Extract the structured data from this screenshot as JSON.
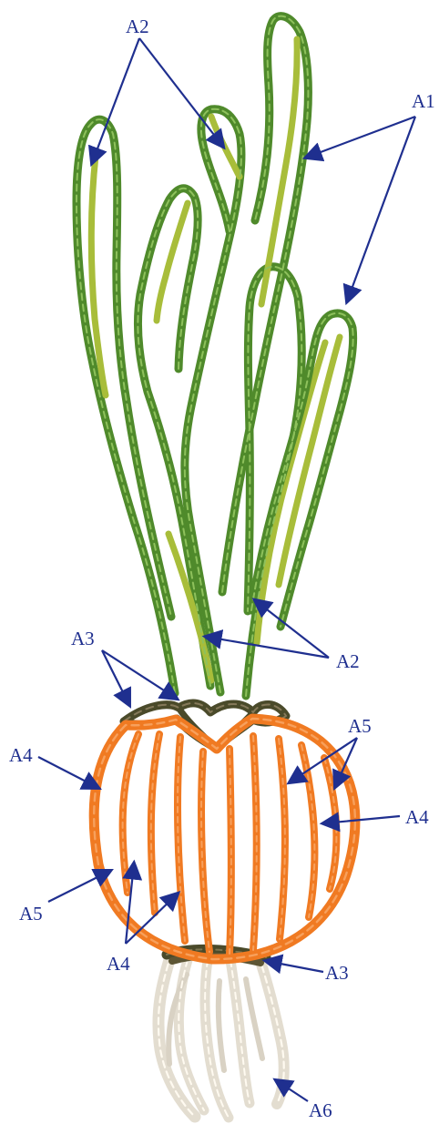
{
  "labels": {
    "a1": "A1",
    "a2": "A2",
    "a3": "A3",
    "a4": "A4",
    "a5": "A5",
    "a6": "A6"
  },
  "colors": {
    "dark_green": "#4f8a2b",
    "light_green": "#a8bd3a",
    "dark_brown": "#4a4a2a",
    "orange": "#f07a22",
    "cream": "#e3ddd0",
    "annotation_blue": "#1f2f8f"
  }
}
